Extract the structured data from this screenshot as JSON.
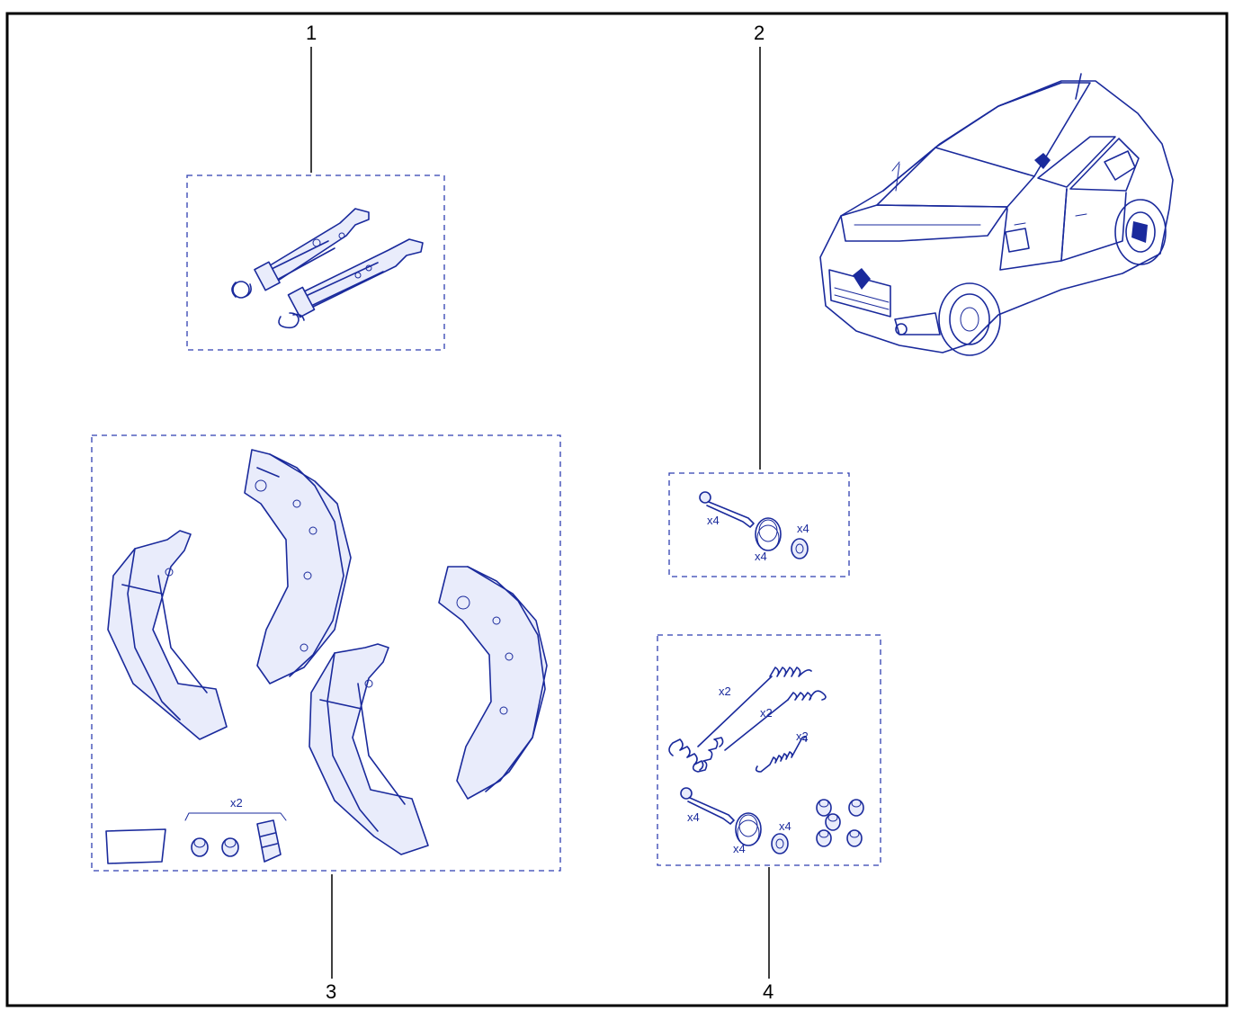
{
  "callouts": {
    "c1": "1",
    "c2": "2",
    "c3": "3",
    "c4": "4"
  },
  "kit2": {
    "pin_qty": "x4",
    "spring_qty": "x4",
    "cup_qty": "x4"
  },
  "kit3": {
    "small_parts_qty": "x2"
  },
  "kit4": {
    "upper_spring_qty": "x2",
    "lower_spring_qty": "x2",
    "small_spring_qty": "x2",
    "pin_qty": "x4",
    "hold_spring_qty": "x4",
    "cup_qty": "x4"
  },
  "colors": {
    "line": "#1a2a9c",
    "frame": "#000000",
    "box_dash": "#2f3fb0"
  }
}
